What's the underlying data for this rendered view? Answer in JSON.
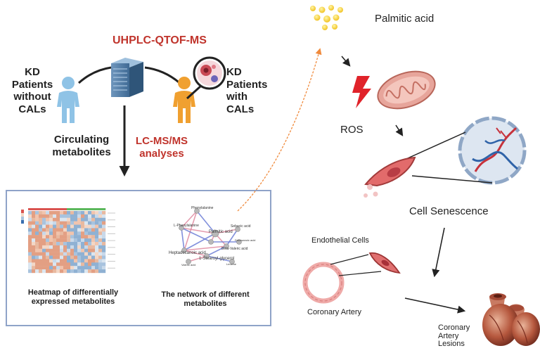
{
  "left": {
    "method_title": "UHPLC-QTOF-MS",
    "group_without": [
      "KD",
      "Patients",
      "without",
      "CALs"
    ],
    "group_with": [
      "KD",
      "Patients",
      "with",
      "CALs"
    ],
    "circulating": [
      "Circulating",
      "metabolites"
    ],
    "lcms": [
      "LC-MS/MS",
      "analyses"
    ]
  },
  "panel": {
    "heatmap_caption": [
      "Heatmap of  differentially",
      "expressed metabolites"
    ],
    "network_caption": [
      "The network of different",
      "metabolites"
    ],
    "network_nodes": [
      "Phenylalanine",
      "L-Phenylalanine",
      "Palmitic acid",
      "Sebacic acid",
      "Heptadecanoic acid",
      "Beta-Valeric acid",
      "1-Stearoyl-glycerol",
      "Valeric acid",
      "Leucine",
      "Docosanoic acid"
    ]
  },
  "right": {
    "palmitic": "Palmitic acid",
    "ros": "ROS",
    "senescence": "Cell Senescence",
    "endothelial": "Endothelial Cells",
    "coronary_artery": "Coronary Artery",
    "lesions": [
      "Coronary",
      "Artery",
      "Lesions"
    ]
  },
  "colors": {
    "red_text": "#c0342c",
    "panel_border": "#8fa3c8",
    "orange_arrow": "#f08a3c",
    "patient_blue": "#8fc3e6",
    "patient_orange": "#f0a030"
  },
  "icons": [
    "patient-blue-icon",
    "server-icon",
    "patient-orange-icon",
    "magnifier-cell-icon",
    "lipid-droplets-icon",
    "lightning-icon",
    "mitochondrion-icon",
    "senescent-cell-icon",
    "nucleus-dna-icon",
    "artery-ring-icon",
    "endothelial-cell-icon",
    "heart-lesion-icon"
  ]
}
